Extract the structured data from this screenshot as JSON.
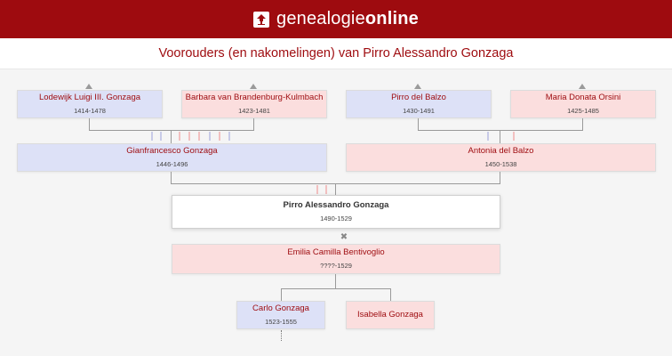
{
  "site": {
    "brand_regular": "genealogie",
    "brand_bold": "online",
    "logo_icon": "tree-logo-icon"
  },
  "page": {
    "title": "Voorouders (en nakomelingen) van Pirro Alessandro Gonzaga"
  },
  "grandparents": [
    {
      "name": "Lodewijk Luigi III. Gonzaga",
      "years": "1414-1478",
      "gender": "male"
    },
    {
      "name": "Barbara van Brandenburg-Kulmbach",
      "years": "1423-1481",
      "gender": "female"
    },
    {
      "name": "Pirro del Balzo",
      "years": "1430-1491",
      "gender": "male"
    },
    {
      "name": "Maria Donata Orsini",
      "years": "1425-1485",
      "gender": "female"
    }
  ],
  "parents": [
    {
      "name": "Gianfrancesco Gonzaga",
      "years": "1446-1496",
      "gender": "male"
    },
    {
      "name": "Antonia del Balzo",
      "years": "1450-1538",
      "gender": "female"
    }
  ],
  "focus": {
    "name": "Pirro Alessandro Gonzaga",
    "years": "1490-1529"
  },
  "spouse": {
    "name": "Emilia Camilla Bentivoglio",
    "years": "????-1529",
    "gender": "female"
  },
  "children": [
    {
      "name": "Carlo Gonzaga",
      "years": "1523-1555",
      "gender": "male"
    },
    {
      "name": "Isabella Gonzaga",
      "years": "",
      "gender": "female"
    }
  ],
  "colors": {
    "brand": "#9e0b0f",
    "male": "#dde1f7",
    "female": "#fbdede"
  }
}
